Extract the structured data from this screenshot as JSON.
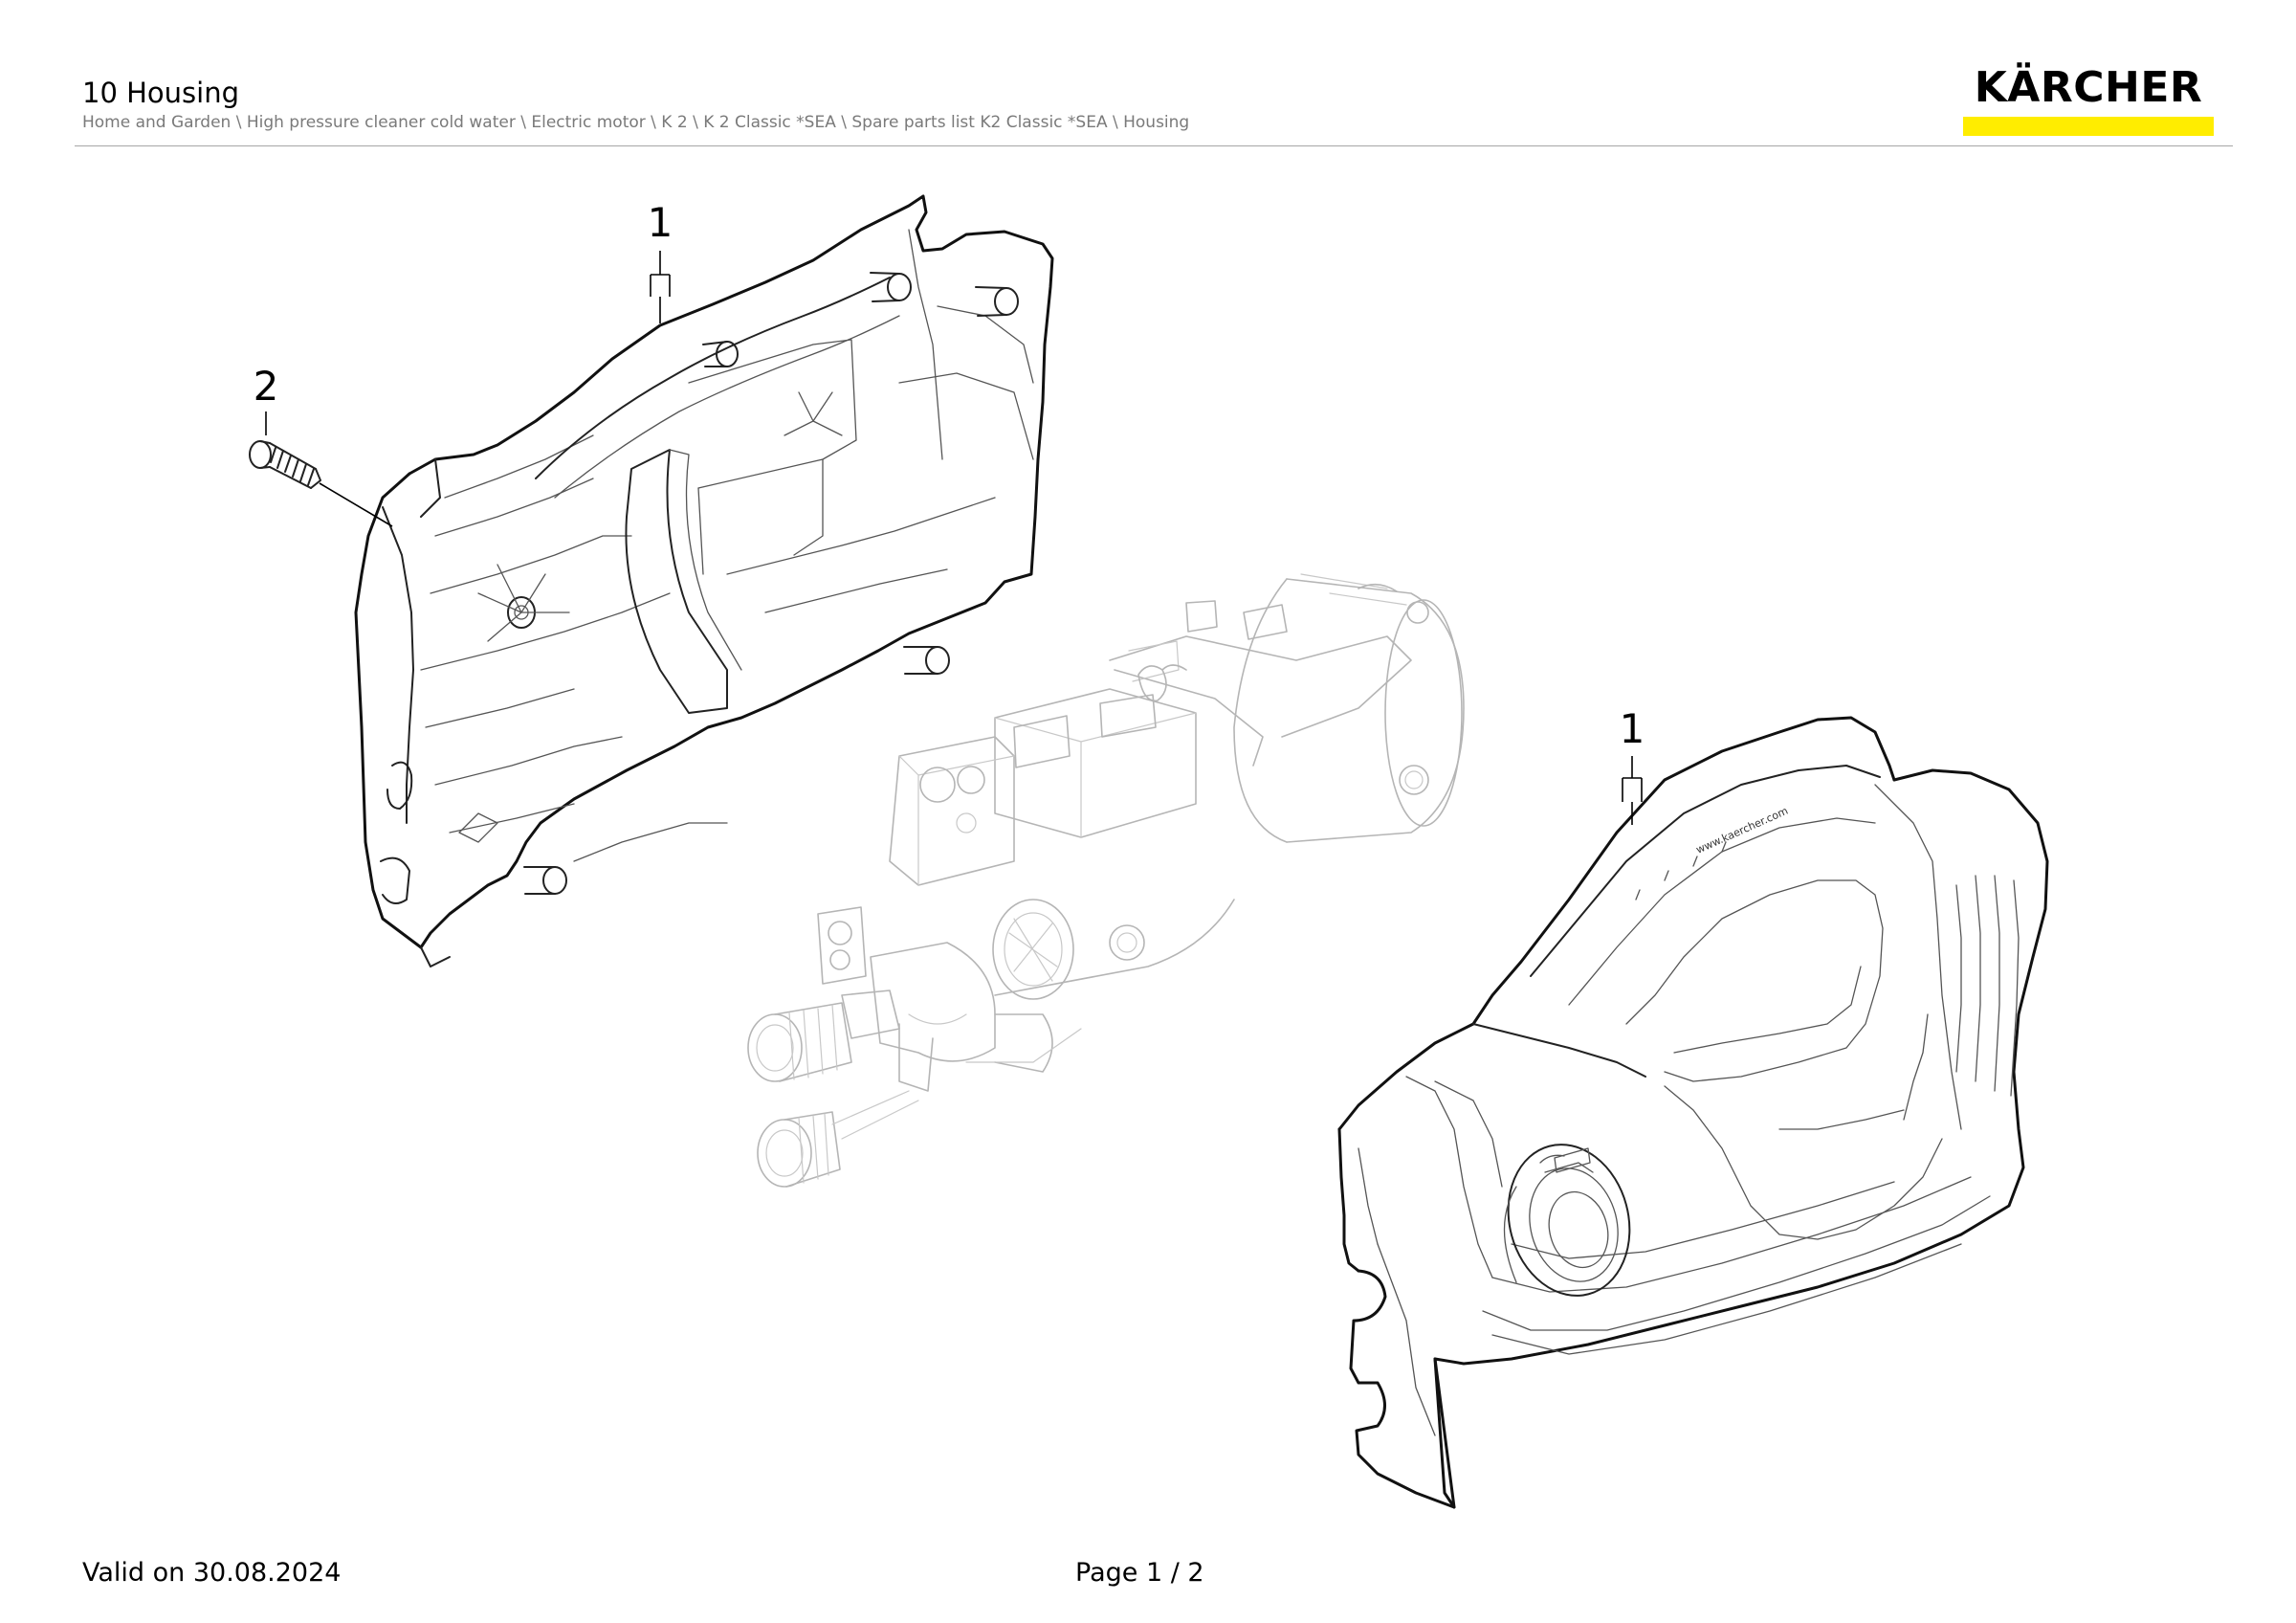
{
  "header": {
    "title": "10 Housing",
    "breadcrumb": "Home and Garden \\ High pressure cleaner cold water \\ Electric motor \\ K 2 \\ K 2 Classic *SEA \\ Spare parts list K2 Classic *SEA \\ Housing"
  },
  "logo": {
    "text": "KÄRCHER",
    "brand_color": "#ffed00"
  },
  "drawing": {
    "callouts": [
      {
        "label": "1",
        "part": "housing-rear-half"
      },
      {
        "label": "2",
        "part": "screw"
      },
      {
        "label": "1",
        "part": "housing-front-half"
      }
    ],
    "embossed_text": "www.kaercher.com"
  },
  "footer": {
    "valid": "Valid on 30.08.2024",
    "page": "Page 1 / 2"
  }
}
